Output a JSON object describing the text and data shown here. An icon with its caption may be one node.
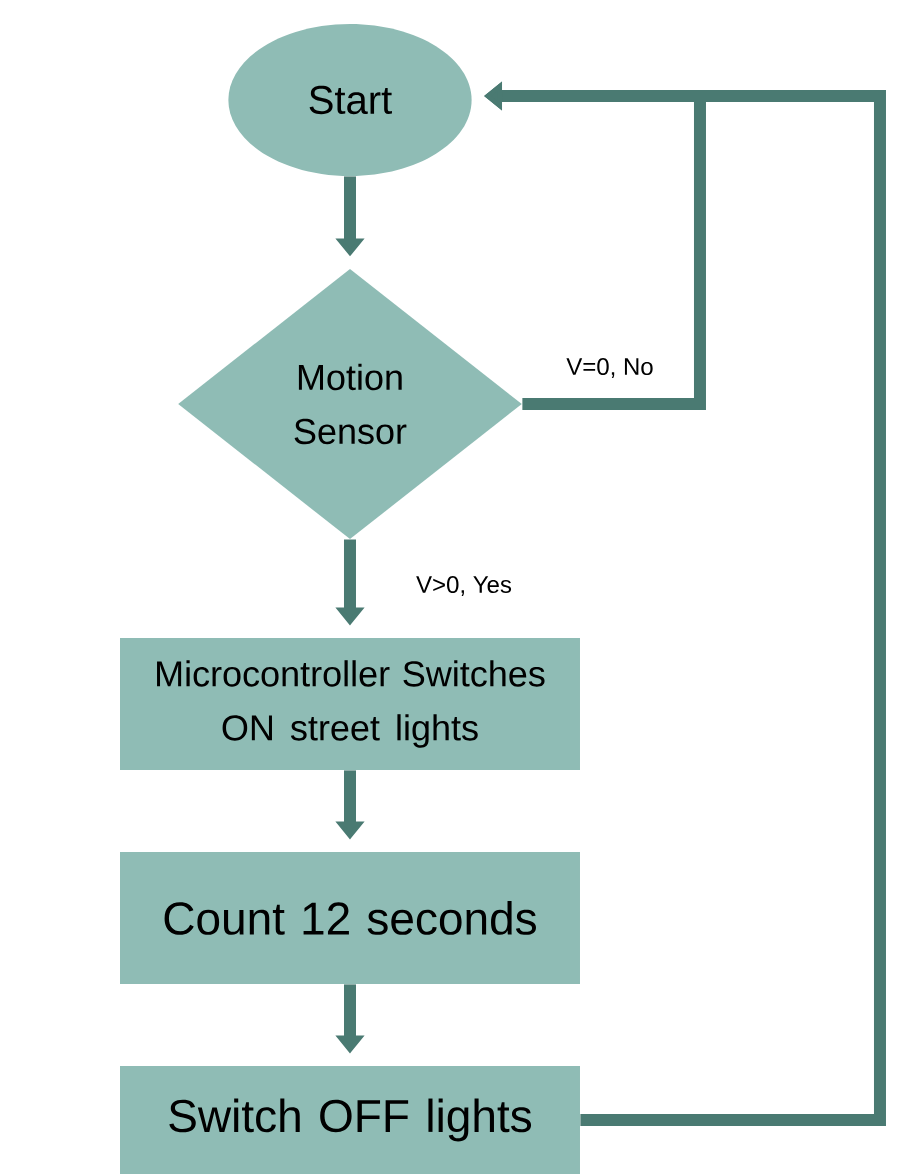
{
  "diagram": {
    "nodes": [
      {
        "text": [
          "Start"
        ]
      },
      {
        "text": [
          "Motion Sensor"
        ]
      },
      {
        "text": [
          "Microcontroller Switches ON street lights"
        ]
      },
      {
        "text": [
          "Count 12 seconds"
        ]
      },
      {
        "text": [
          "Switch OFF lights"
        ]
      }
    ],
    "edges": [
      {
        "from": 0,
        "to": 1,
        "arrow": "to"
      },
      {
        "from": 1,
        "to": 2,
        "arrow": "to",
        "label": "V>0, Yes"
      },
      {
        "from": 2,
        "to": 3,
        "arrow": "to"
      },
      {
        "from": 3,
        "to": 4,
        "arrow": "to"
      },
      {
        "from": 1,
        "to": 0,
        "arrow": "to",
        "label": "V=0, No"
      },
      {
        "from": 4,
        "to": 0,
        "arrow": "to"
      }
    ]
  }
}
